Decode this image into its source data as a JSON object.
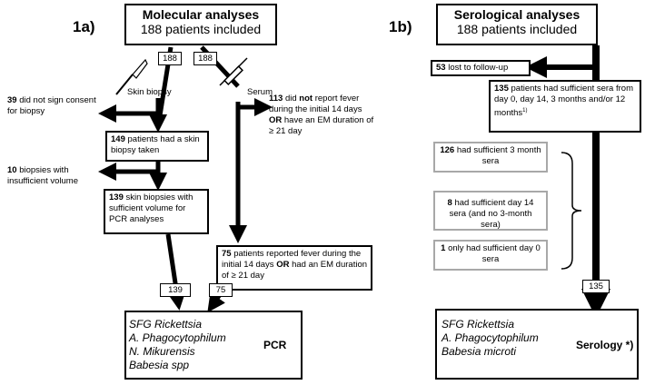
{
  "panel_a": {
    "label": "1a)",
    "title": "Molecular analyses",
    "subtitle": "188 patients included",
    "split_left": "188",
    "split_right": "188",
    "skin_label": "Skin biopsy",
    "serum_label": "Serum",
    "no_consent_n": "39",
    "no_consent_text": " did not sign consent for biopsy",
    "biopsy_taken_n": "149",
    "biopsy_taken_text": " patients had a skin biopsy taken",
    "insufficient_n": "10",
    "insufficient_text": " biopsies with insufficient volume",
    "sufficient_n": "139",
    "sufficient_text": " skin biopsies with sufficient volume for PCR analyses",
    "no_fever_n": "113",
    "no_fever_t1": " did ",
    "no_fever_not": "not",
    "no_fever_t2": " report fever during the initial 14 days ",
    "no_fever_or": "OR",
    "no_fever_t3": " have an EM duration of ≥ 21 day",
    "fever_n": "75",
    "fever_t1": " patients reported fever during the initial 14 days ",
    "fever_or": "OR",
    "fever_t2": " had an EM duration of ≥ 21 day",
    "flow_left": "139",
    "flow_right": "75",
    "pathogens": [
      "SFG Rickettsia",
      "A. Phagocytophilum",
      "N. Mikurensis",
      "Babesia spp"
    ],
    "test": "PCR"
  },
  "panel_b": {
    "label": "1b)",
    "title": "Serological analyses",
    "subtitle": "188 patients included",
    "lost_n": "53",
    "lost_text": " lost to follow-up",
    "sera_n": "135",
    "sera_text": " patients had sufficient sera from day 0, day 14, 3 months and/or 12 months",
    "sera_sup": "1)",
    "sub1_n": "126",
    "sub1_text": " had sufficient 3 month sera",
    "sub2_n": "8",
    "sub2_text": " had sufficient day 14 sera (and no 3-month sera)",
    "sub3_n": "1",
    "sub3_text": " only had sufficient day 0 sera",
    "flow": "135",
    "pathogens": [
      "SFG Rickettsia",
      "A. Phagocytophilum",
      "Babesia microti"
    ],
    "test": "Serology *)"
  }
}
